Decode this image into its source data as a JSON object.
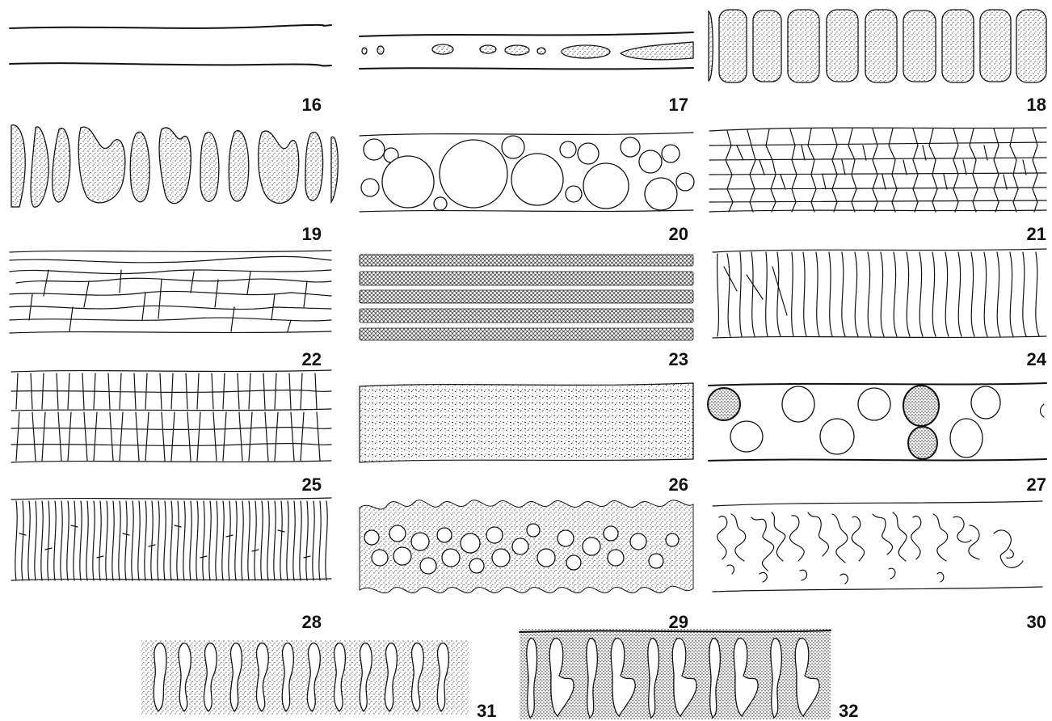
{
  "plate": {
    "figures": [
      {
        "id": "fig-16",
        "label": "16",
        "texture": "empty band bounded by two wavy lines"
      },
      {
        "id": "fig-17",
        "label": "17",
        "texture": "band with scattered stippled elongated bodies"
      },
      {
        "id": "fig-18",
        "label": "18",
        "texture": "row of stippled rounded rectangular blocks"
      },
      {
        "id": "fig-19",
        "label": "19",
        "texture": "stippled irregular finger-like columns"
      },
      {
        "id": "fig-20",
        "label": "20",
        "texture": "band of rounded cells of varied size"
      },
      {
        "id": "fig-21",
        "label": "21",
        "texture": "polygonal network of small cells"
      },
      {
        "id": "fig-22",
        "label": "22",
        "texture": "long flattened overlapping plates"
      },
      {
        "id": "fig-23",
        "label": "23",
        "texture": "five stacked bands of fine beads"
      },
      {
        "id": "fig-24",
        "label": "24",
        "texture": "tall columnar cells leaning in groups"
      },
      {
        "id": "fig-25",
        "label": "25",
        "texture": "two layers of short columnar cells"
      },
      {
        "id": "fig-26",
        "label": "26",
        "texture": "band of scattered fine dashes and dots"
      },
      {
        "id": "fig-27",
        "label": "27",
        "texture": "band with sparse rounded cells, some stippled"
      },
      {
        "id": "fig-28",
        "label": "28",
        "texture": "dense palisade of narrow vertical cells"
      },
      {
        "id": "fig-29",
        "label": "29",
        "texture": "stippled band with embedded round cells"
      },
      {
        "id": "fig-30",
        "label": "30",
        "texture": "band of convoluted wavy outlines"
      },
      {
        "id": "fig-31",
        "label": "31",
        "texture": "stippled columns with lobed margins"
      },
      {
        "id": "fig-32",
        "label": "32",
        "texture": "densely stippled branching columns"
      }
    ]
  },
  "colors": {
    "ink": "#111111",
    "paper": "#ffffff"
  }
}
